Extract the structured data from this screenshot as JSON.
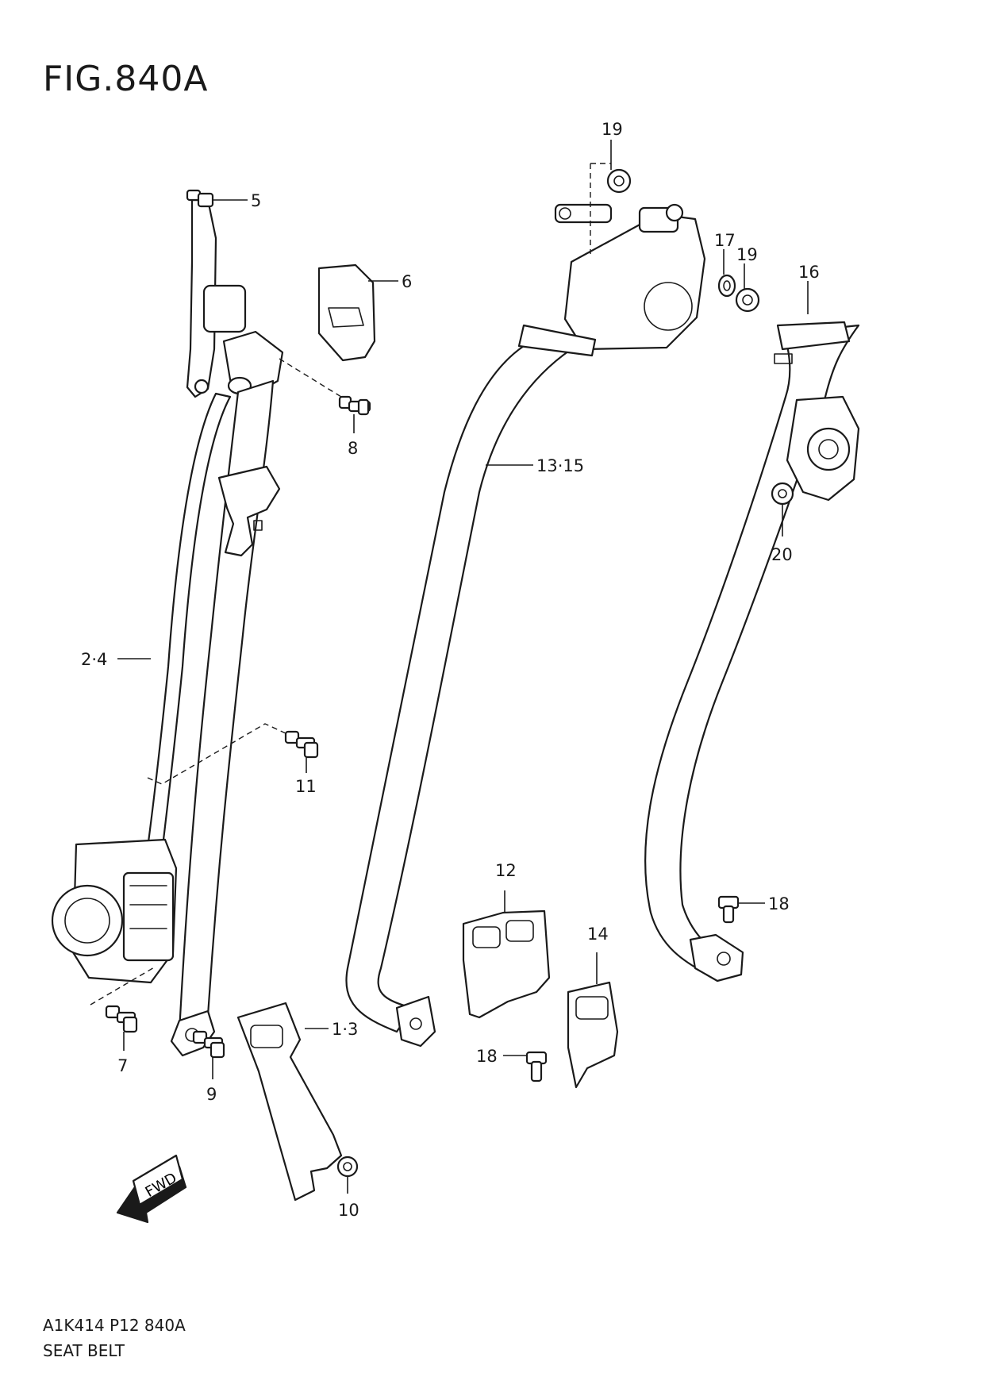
{
  "figure": {
    "title": "FIG.840A"
  },
  "footer": {
    "code": "A1K414 P12 840A",
    "name": "SEAT BELT"
  },
  "callouts": [
    "5",
    "6",
    "8",
    "2·4",
    "11",
    "7",
    "9",
    "1·3",
    "10",
    "19",
    "17",
    "19",
    "16",
    "13·15",
    "20",
    "12",
    "14",
    "18",
    "18"
  ],
  "fwd_label": "FWD"
}
